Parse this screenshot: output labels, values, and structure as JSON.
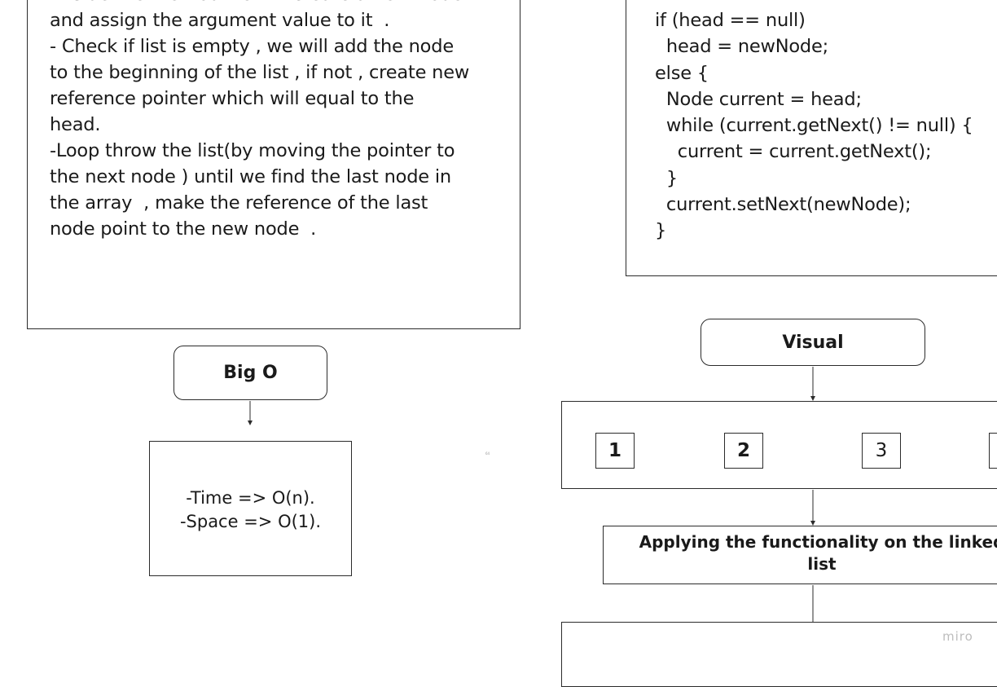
{
  "explanation": {
    "lines": [
      "-Inside the method we will create a new Node",
      "and assign the argument value to it  .",
      "- Check if list is empty , we will add the node",
      "to the beginning of the list , if not , create new",
      "reference pointer which will equal to the",
      "head.",
      "-Loop throw the list(by moving the pointer to",
      "the next node ) until we find the last node in",
      "the array  , make the reference of the last",
      "node point to the new node  ."
    ]
  },
  "code": {
    "lines": [
      "if (head == null)",
      "  head = newNode;",
      "else {",
      "  Node current = head;",
      "  while (current.getNext() != null) {",
      "    current = current.getNext();",
      "  }",
      "  current.setNext(newNode);",
      "}"
    ]
  },
  "big_o": {
    "heading": "Big O",
    "time": "-Time => O(n).",
    "space": "-Space => O(1)."
  },
  "visual": {
    "heading": "Visual",
    "nodes": [
      "1",
      "2",
      "3"
    ],
    "apply_label": "Applying the functionality on the linked\nlist"
  },
  "canvas": {
    "tiny_label": "64",
    "watermark": "miro"
  }
}
